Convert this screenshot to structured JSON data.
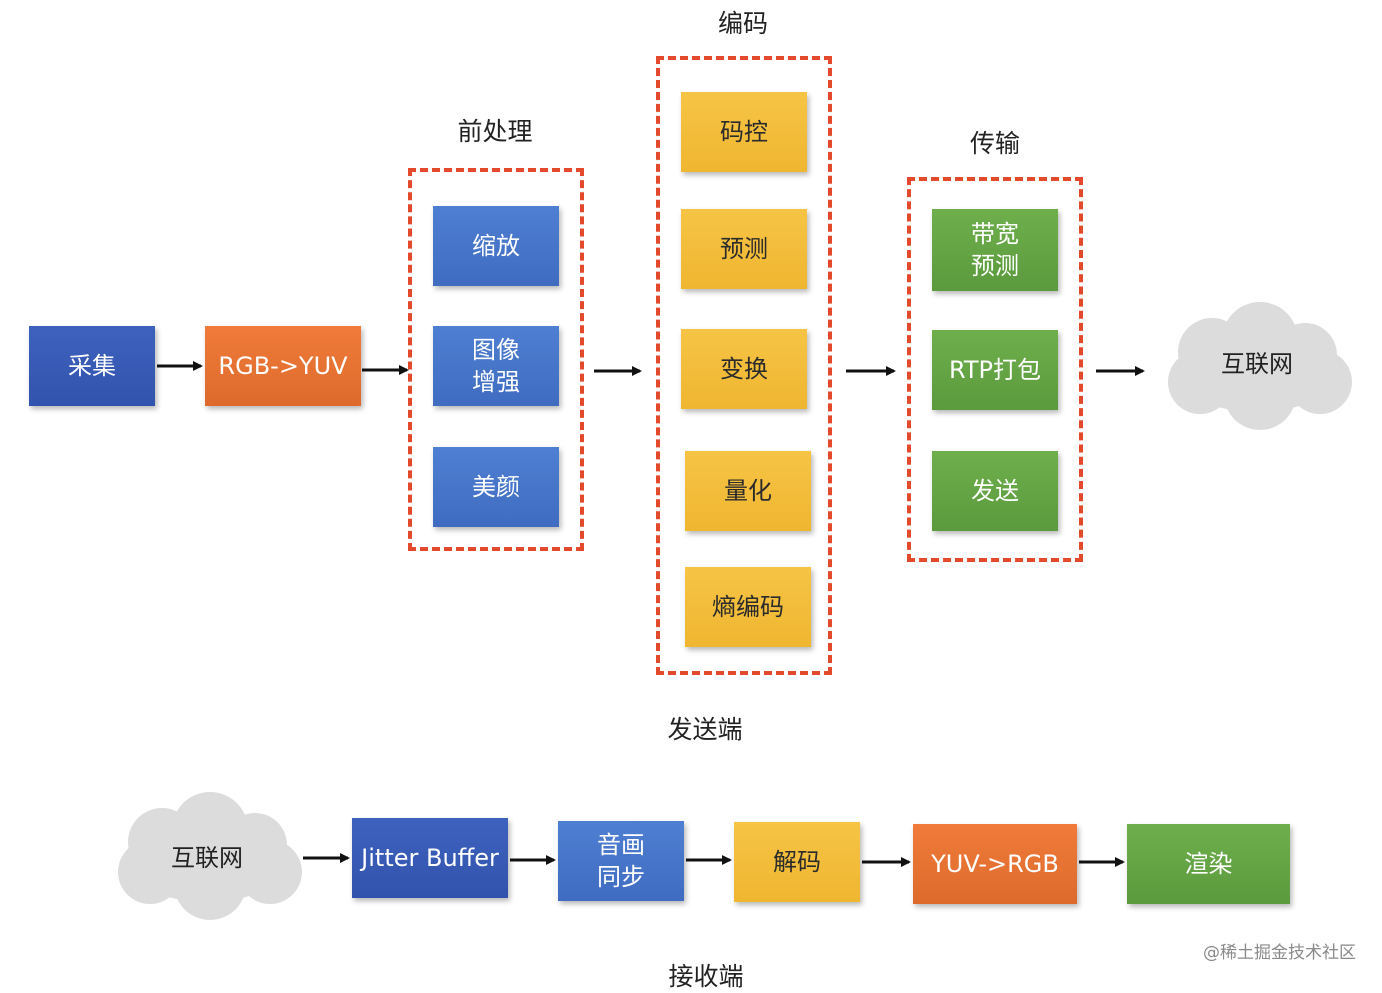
{
  "sender": {
    "section_label": "发送端",
    "capture": "采集",
    "convert": "RGB->YUV",
    "preprocess": {
      "title": "前处理",
      "items": [
        "缩放",
        "图像\n增强",
        "美颜"
      ]
    },
    "encode": {
      "title": "编码",
      "items": [
        "码控",
        "预测",
        "变换",
        "量化",
        "熵编码"
      ]
    },
    "transport": {
      "title": "传输",
      "items": [
        "带宽\n预测",
        "RTP打包",
        "发送"
      ]
    },
    "network": "互联网"
  },
  "receiver": {
    "section_label": "接收端",
    "network": "互联网",
    "steps": [
      "Jitter Buffer",
      "音画\n同步",
      "解码",
      "YUV->RGB",
      "渲染"
    ]
  },
  "watermark": "@稀土掘金技术社区",
  "colors": {
    "blue": "#4f7fd2",
    "dark_blue": "#3d62be",
    "orange": "#f07b3a",
    "yellow": "#f6c445",
    "green": "#6eaf4c",
    "dashed_border": "#e3492b",
    "cloud": "#dcdcdc"
  }
}
